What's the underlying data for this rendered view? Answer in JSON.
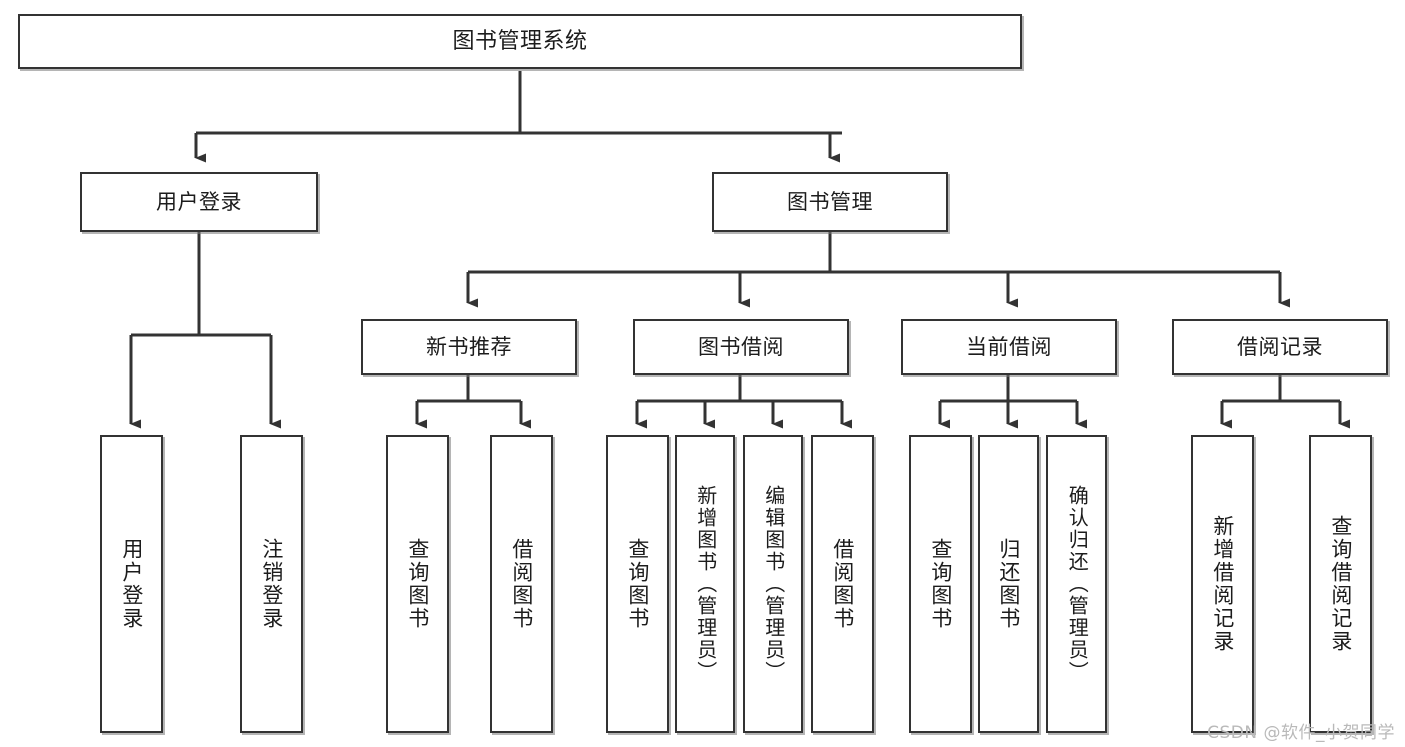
{
  "diagram": {
    "title": "图书管理系统",
    "type": "tree",
    "watermark": "CSDN @软件_小贺同学",
    "colors": {
      "box_border": "#333333",
      "box_fill": "#ffffff",
      "edge": "#333333",
      "text": "#1c1c1c",
      "watermark": "#b9b9b9",
      "background": "#ffffff"
    },
    "levels": {
      "root": {
        "label": "图书管理系统"
      },
      "level1": [
        {
          "id": "user-login",
          "label": "用户登录"
        },
        {
          "id": "book-manage",
          "label": "图书管理"
        }
      ],
      "level2": [
        {
          "id": "new-book-rec",
          "label": "新书推荐",
          "parent": "book-manage"
        },
        {
          "id": "book-borrow",
          "label": "图书借阅",
          "parent": "book-manage"
        },
        {
          "id": "current-borrow",
          "label": "当前借阅",
          "parent": "book-manage"
        },
        {
          "id": "borrow-record",
          "label": "借阅记录",
          "parent": "book-manage"
        }
      ],
      "leaves": [
        {
          "id": "leaf-user-login",
          "label": "用户登录",
          "parent": "user-login"
        },
        {
          "id": "leaf-logout-login",
          "label": "注销登录",
          "parent": "user-login"
        },
        {
          "id": "leaf-query-book-1",
          "label": "查询图书",
          "parent": "new-book-rec"
        },
        {
          "id": "leaf-borrow-book-1",
          "label": "借阅图书",
          "parent": "new-book-rec"
        },
        {
          "id": "leaf-query-book-2",
          "label": "查询图书",
          "parent": "book-borrow"
        },
        {
          "id": "leaf-add-book",
          "label": "新增图书（管理员）",
          "parent": "book-borrow"
        },
        {
          "id": "leaf-edit-book",
          "label": "编辑图书（管理员）",
          "parent": "book-borrow"
        },
        {
          "id": "leaf-borrow-book-2",
          "label": "借阅图书",
          "parent": "book-borrow"
        },
        {
          "id": "leaf-query-book-3",
          "label": "查询图书",
          "parent": "current-borrow"
        },
        {
          "id": "leaf-return-book",
          "label": "归还图书",
          "parent": "current-borrow"
        },
        {
          "id": "leaf-confirm-return",
          "label": "确认归还（管理员）",
          "parent": "current-borrow"
        },
        {
          "id": "leaf-add-record",
          "label": "新增借阅记录",
          "parent": "borrow-record"
        },
        {
          "id": "leaf-query-record",
          "label": "查询借阅记录",
          "parent": "borrow-record"
        }
      ]
    }
  }
}
